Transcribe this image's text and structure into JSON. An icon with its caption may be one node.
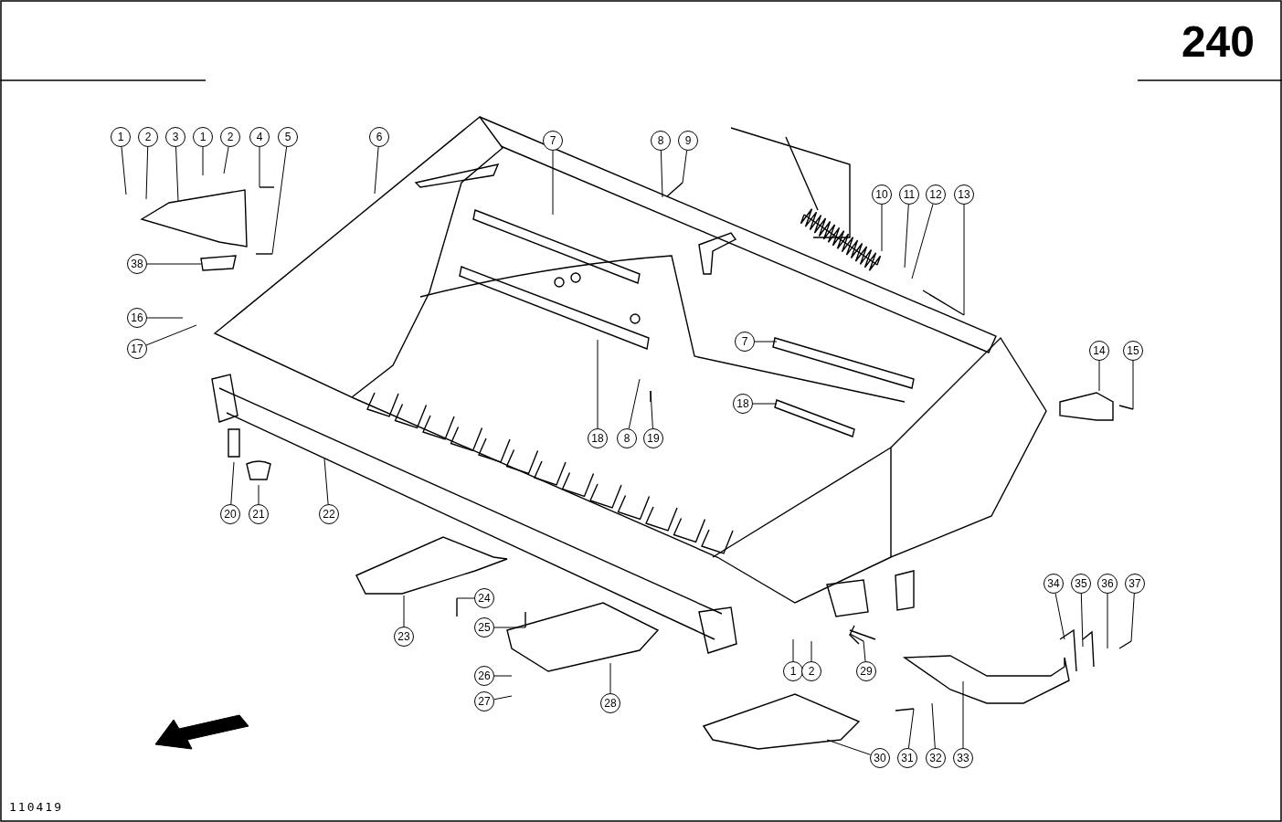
{
  "diagram": {
    "nodes": [
      {
        "text": [
          "1"
        ]
      },
      {
        "text": [
          "2"
        ]
      },
      {
        "text": [
          "3"
        ]
      },
      {
        "text": [
          "1"
        ]
      },
      {
        "text": [
          "2"
        ]
      },
      {
        "text": [
          "4"
        ]
      },
      {
        "text": [
          "5"
        ]
      },
      {
        "text": [
          "6"
        ]
      },
      {
        "text": [
          "7"
        ]
      },
      {
        "text": [
          "8"
        ]
      },
      {
        "text": [
          "9"
        ]
      },
      {
        "text": [
          "10"
        ]
      },
      {
        "text": [
          "11"
        ]
      },
      {
        "text": [
          "12"
        ]
      },
      {
        "text": [
          "13"
        ]
      },
      {
        "text": [
          "38"
        ]
      },
      {
        "text": [
          "16"
        ]
      },
      {
        "text": [
          "7"
        ]
      },
      {
        "text": [
          "17"
        ]
      },
      {
        "text": [
          "14"
        ]
      },
      {
        "text": [
          "15"
        ]
      },
      {
        "text": [
          "18"
        ]
      },
      {
        "text": [
          "18"
        ]
      },
      {
        "text": [
          "8"
        ]
      },
      {
        "text": [
          "19"
        ]
      },
      {
        "text": [
          "20"
        ]
      },
      {
        "text": [
          "21"
        ]
      },
      {
        "text": [
          "22"
        ]
      },
      {
        "text": [
          "34"
        ]
      },
      {
        "text": [
          "35"
        ]
      },
      {
        "text": [
          "36"
        ]
      },
      {
        "text": [
          "37"
        ]
      },
      {
        "text": [
          "24"
        ]
      },
      {
        "text": [
          "25"
        ]
      },
      {
        "text": [
          "23"
        ]
      },
      {
        "text": [
          "1"
        ]
      },
      {
        "text": [
          "2"
        ]
      },
      {
        "text": [
          "29"
        ]
      },
      {
        "text": [
          "26"
        ]
      },
      {
        "text": [
          "27"
        ]
      },
      {
        "text": [
          "28"
        ]
      },
      {
        "text": [
          "30"
        ]
      },
      {
        "text": [
          "31"
        ]
      },
      {
        "text": [
          "32"
        ]
      },
      {
        "text": [
          "33"
        ]
      }
    ],
    "edges": [
      {
        "from": 0,
        "to": null,
        "arrow": "none"
      },
      {
        "from": 1,
        "to": null,
        "arrow": "none"
      },
      {
        "from": 2,
        "to": null,
        "arrow": "none"
      },
      {
        "from": 3,
        "to": null,
        "arrow": "none"
      },
      {
        "from": 4,
        "to": null,
        "arrow": "none"
      },
      {
        "from": 5,
        "to": null,
        "arrow": "none"
      },
      {
        "from": 6,
        "to": null,
        "arrow": "none"
      },
      {
        "from": 7,
        "to": null,
        "arrow": "none"
      },
      {
        "from": 8,
        "to": null,
        "arrow": "none"
      },
      {
        "from": 9,
        "to": null,
        "arrow": "none"
      },
      {
        "from": 10,
        "to": null,
        "arrow": "none"
      },
      {
        "from": 11,
        "to": null,
        "arrow": "none"
      },
      {
        "from": 12,
        "to": null,
        "arrow": "none"
      },
      {
        "from": 13,
        "to": null,
        "arrow": "none"
      },
      {
        "from": 14,
        "to": null,
        "arrow": "none"
      },
      {
        "from": 15,
        "to": null,
        "arrow": "none"
      },
      {
        "from": 16,
        "to": null,
        "arrow": "none"
      },
      {
        "from": 17,
        "to": null,
        "arrow": "none"
      },
      {
        "from": 18,
        "to": null,
        "arrow": "none"
      },
      {
        "from": 19,
        "to": null,
        "arrow": "none"
      },
      {
        "from": 20,
        "to": null,
        "arrow": "none"
      },
      {
        "from": 21,
        "to": null,
        "arrow": "none"
      },
      {
        "from": 22,
        "to": null,
        "arrow": "none"
      },
      {
        "from": 23,
        "to": null,
        "arrow": "none"
      },
      {
        "from": 24,
        "to": null,
        "arrow": "none"
      },
      {
        "from": 25,
        "to": null,
        "arrow": "none"
      },
      {
        "from": 26,
        "to": null,
        "arrow": "none"
      },
      {
        "from": 27,
        "to": null,
        "arrow": "none"
      },
      {
        "from": 28,
        "to": null,
        "arrow": "none"
      },
      {
        "from": 29,
        "to": null,
        "arrow": "none"
      },
      {
        "from": 30,
        "to": null,
        "arrow": "none"
      },
      {
        "from": 31,
        "to": null,
        "arrow": "none"
      },
      {
        "from": 32,
        "to": null,
        "arrow": "none"
      },
      {
        "from": 33,
        "to": null,
        "arrow": "none"
      },
      {
        "from": 34,
        "to": null,
        "arrow": "none"
      },
      {
        "from": 35,
        "to": null,
        "arrow": "none"
      },
      {
        "from": 36,
        "to": null,
        "arrow": "none"
      },
      {
        "from": 37,
        "to": null,
        "arrow": "none"
      },
      {
        "from": 38,
        "to": null,
        "arrow": "none"
      },
      {
        "from": 39,
        "to": null,
        "arrow": "none"
      },
      {
        "from": 40,
        "to": null,
        "arrow": "none"
      },
      {
        "from": 41,
        "to": null,
        "arrow": "none"
      },
      {
        "from": 42,
        "to": null,
        "arrow": "none"
      },
      {
        "from": 43,
        "to": null,
        "arrow": "none"
      },
      {
        "from": 44,
        "to": null,
        "arrow": "none"
      }
    ],
    "labels": [
      "240",
      "110419"
    ]
  }
}
